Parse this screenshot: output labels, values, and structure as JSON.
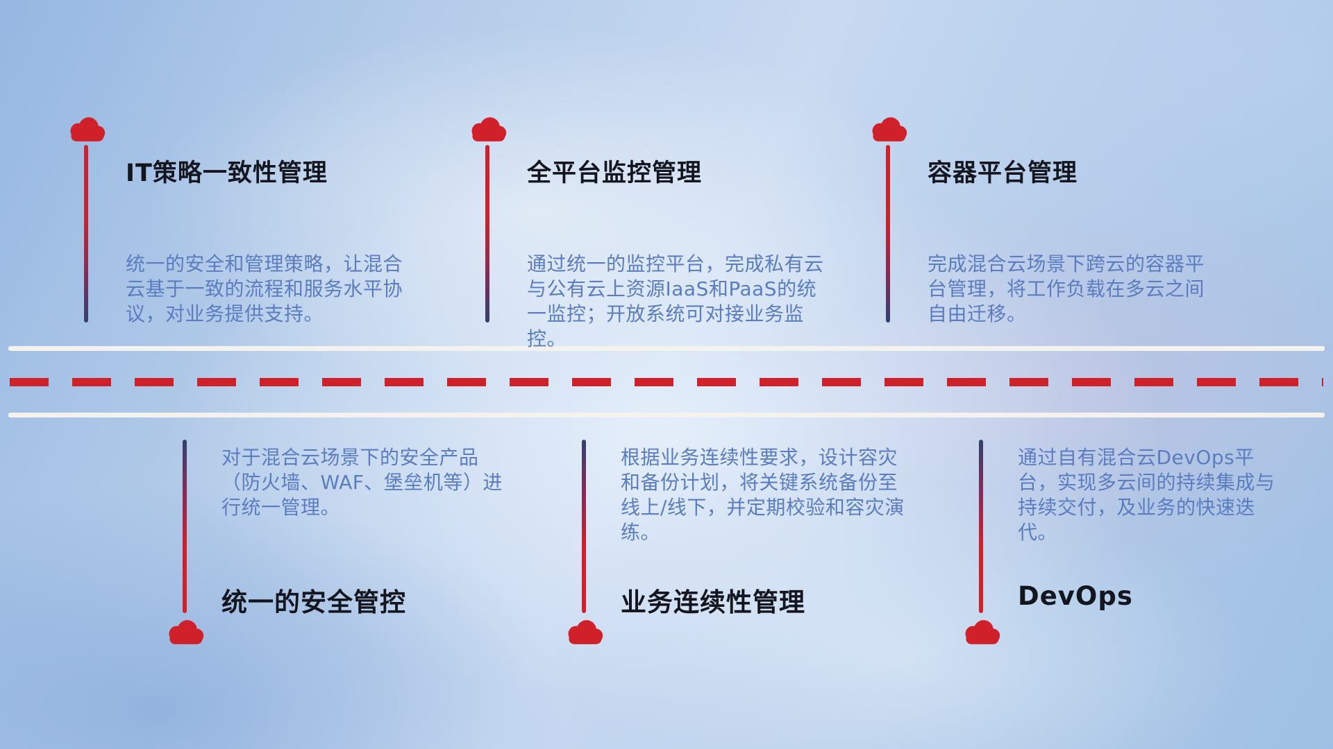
{
  "icons": {
    "marker": "cloud-icon"
  },
  "colors": {
    "accent_red": "#d02029",
    "pole_navy": "#32406f",
    "title_color": "#14161f",
    "description_color": "#5b7dc0",
    "road_line": "#f4f2ee"
  },
  "top_items": [
    {
      "title": "IT策略一致性管理",
      "description": "统一的安全和管理策略，让混合云基于一致的流程和服务水平协议，对业务提供支持。"
    },
    {
      "title": "全平台监控管理",
      "description": "通过统一的监控平台，完成私有云与公有云上资源IaaS和PaaS的统一监控；开放系统可对接业务监控。"
    },
    {
      "title": "容器平台管理",
      "description": "完成混合云场景下跨云的容器平台管理，将工作负载在多云之间自由迁移。"
    }
  ],
  "bottom_items": [
    {
      "title": "统一的安全管控",
      "description": "对于混合云场景下的安全产品（防火墙、WAF、堡垒机等）进行统一管理。"
    },
    {
      "title": "业务连续性管理",
      "description": "根据业务连续性要求，设计容灾和备份计划，将关键系统备份至线上/线下，并定期校验和容灾演练。"
    },
    {
      "title": "DevOps",
      "description": "通过自有混合云DevOps平台，实现多云间的持续集成与持续交付，及业务的快速迭代。"
    }
  ]
}
